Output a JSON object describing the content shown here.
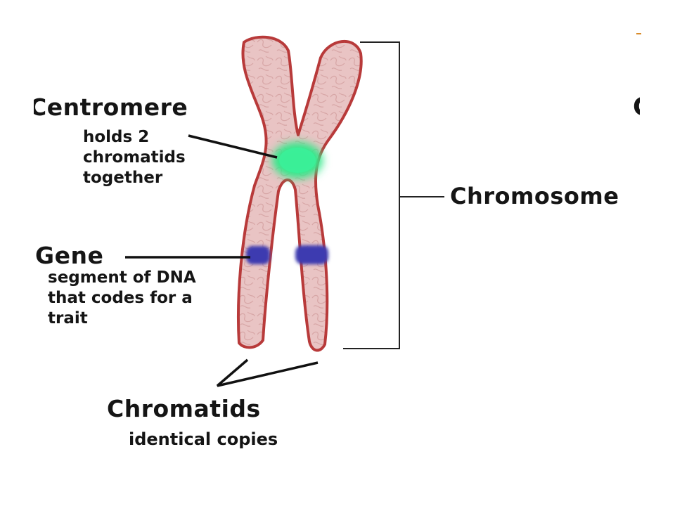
{
  "labels": {
    "centromere": {
      "title": "Centromere",
      "desc": "holds 2\nchromatids\ntogether"
    },
    "gene": {
      "title": "Gene",
      "desc": "segment of DNA\nthat codes for a\ntrait"
    },
    "chromosome": {
      "title": "Chromosome"
    },
    "chromatids": {
      "title": "Chromatids",
      "desc": "identical copies"
    },
    "edge_fragment": "C"
  },
  "colors": {
    "chromosome_fill": "#e9c3c3",
    "chromosome_outline": "#b83a3a",
    "centromere": "#33e889",
    "gene_band": "#3d3bb0",
    "leader_lines": "#111111",
    "text": "#151515"
  }
}
